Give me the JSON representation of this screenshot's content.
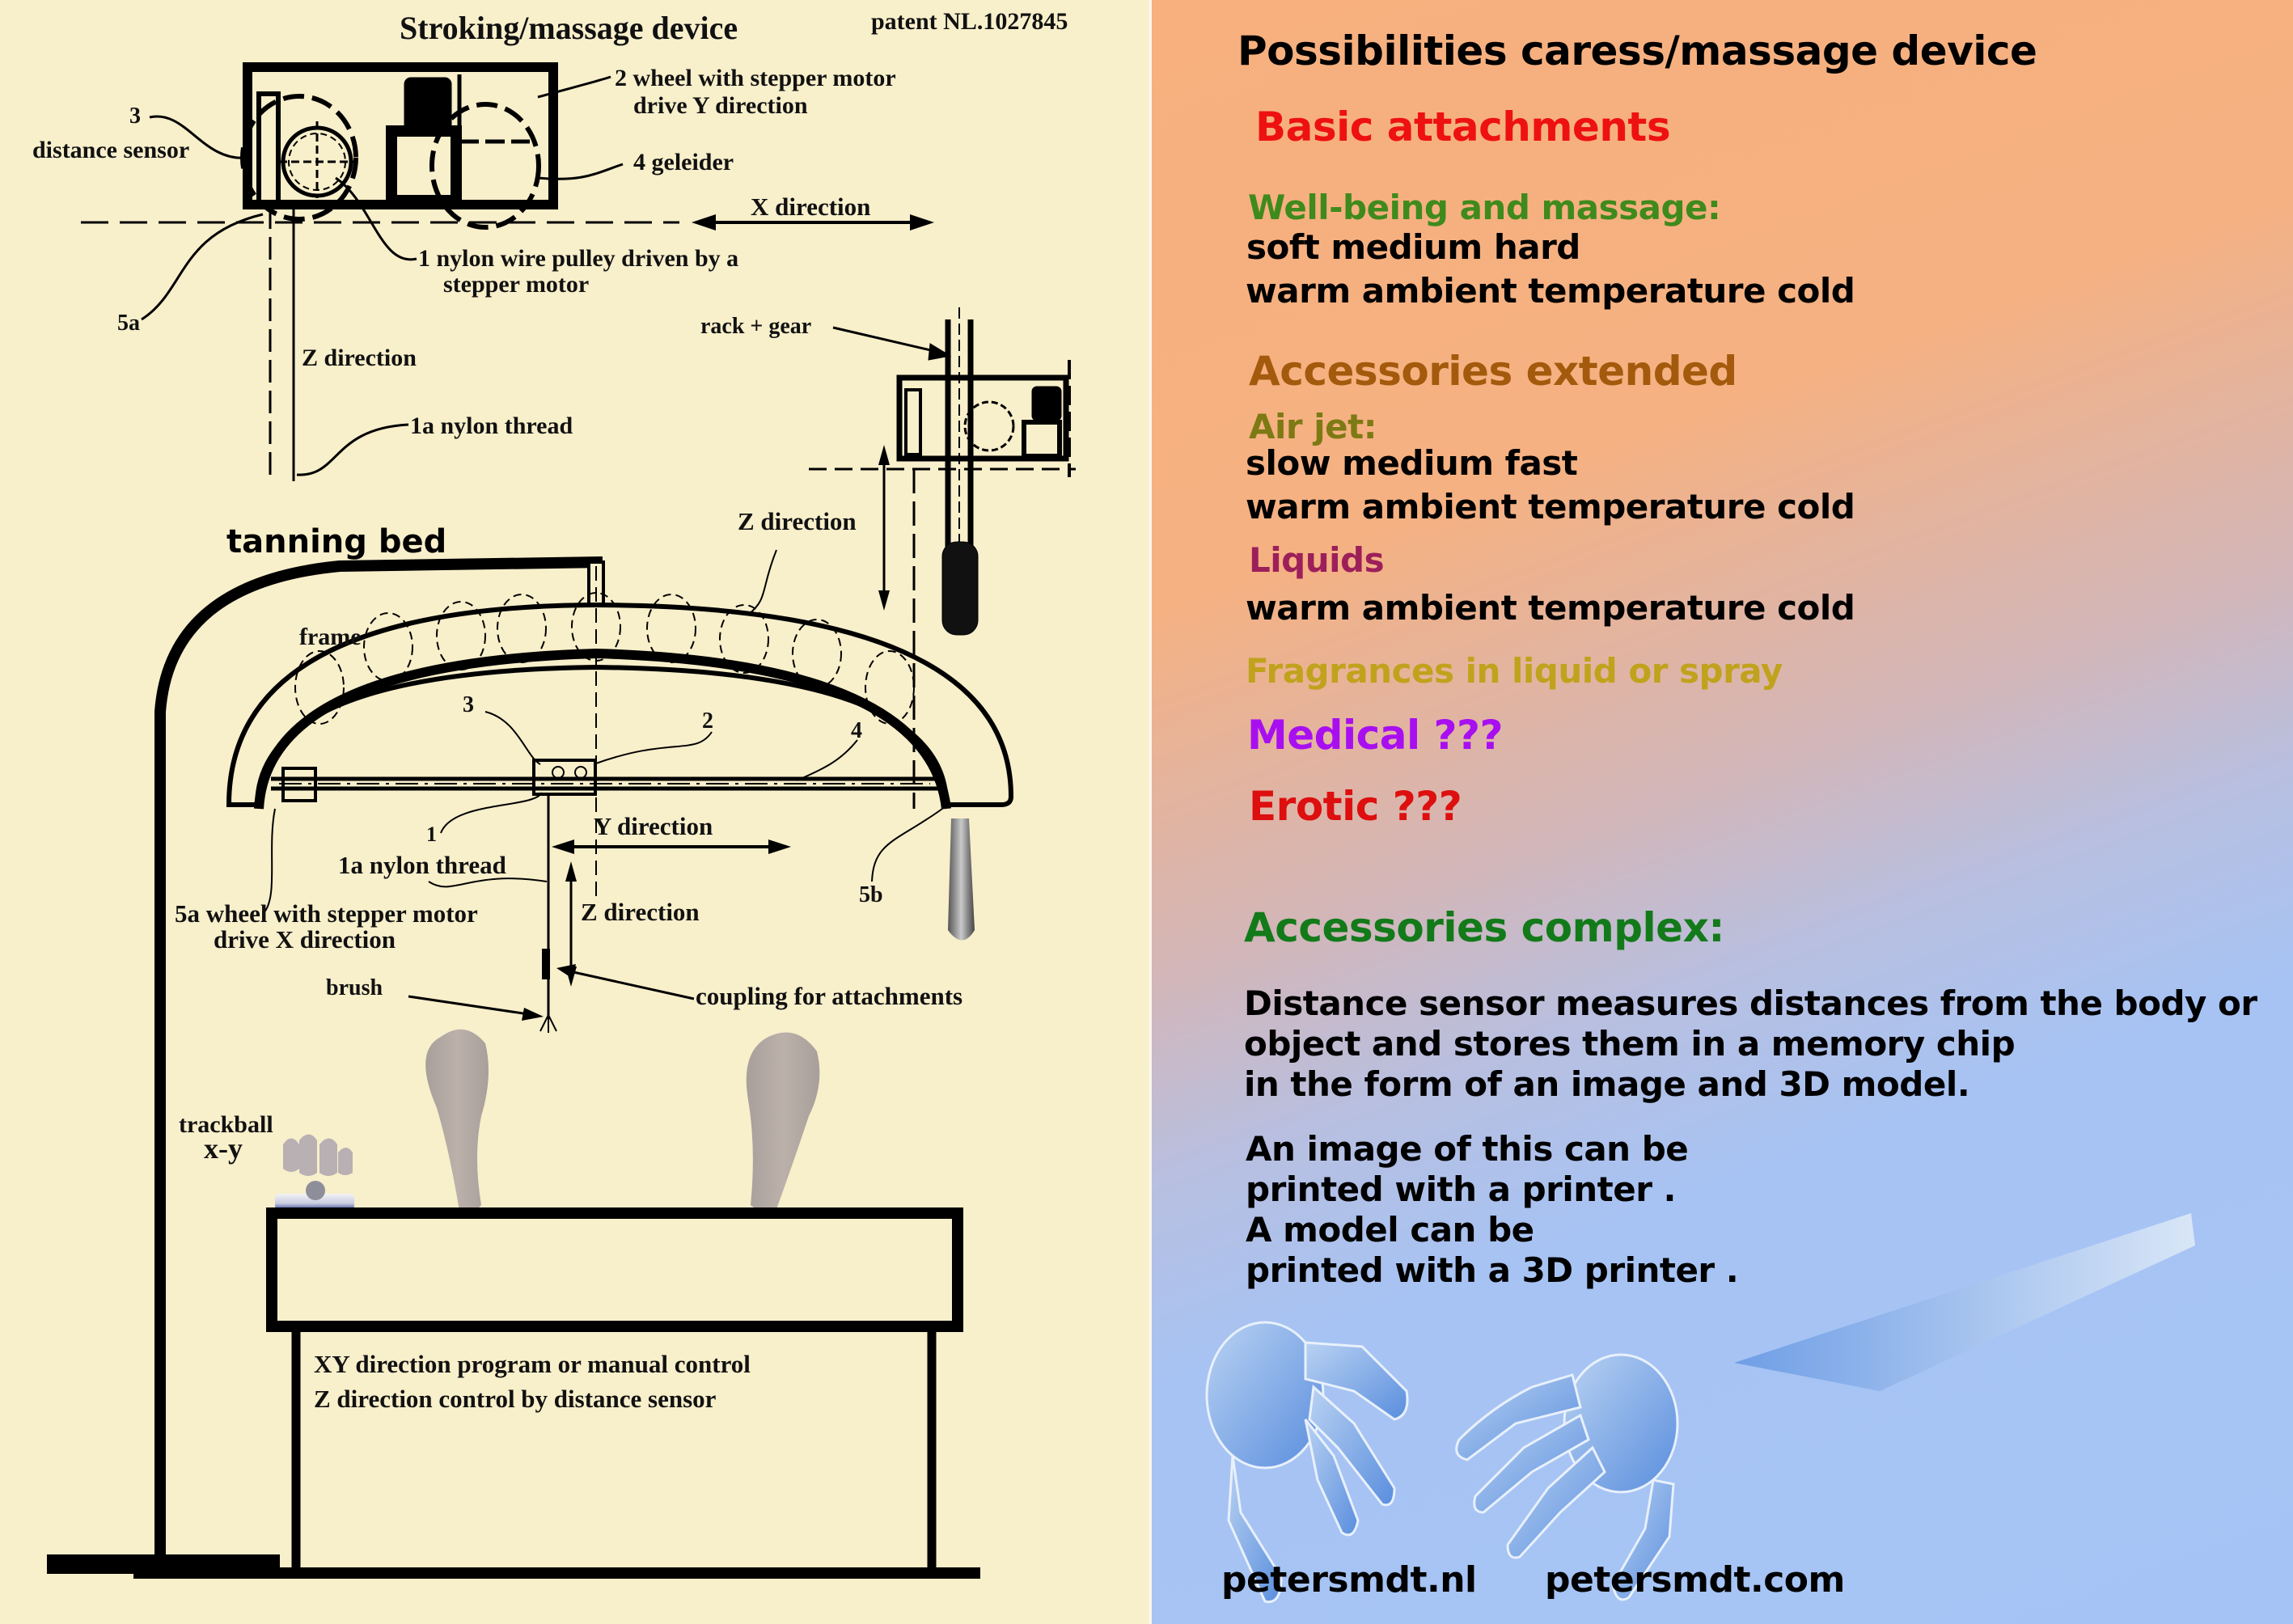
{
  "diagram": {
    "title": "Stroking/massage device",
    "patent": "patent NL.1027845",
    "labels": {
      "wheel_y_1": "2 wheel with stepper motor",
      "wheel_y_2": "drive Y direction",
      "sensor_num": "3",
      "sensor": "distance sensor",
      "geleider": "4 geleider",
      "x_direction": "X direction",
      "pulley_1": "1 nylon wire pulley driven by a",
      "pulley_2": "stepper motor",
      "five_a": "5a",
      "z_direction_top": "Z direction",
      "nylon_thread_top": "1a nylon thread",
      "rack_gear": "rack + gear",
      "tanning_bed": "tanning bed",
      "z_direction_right": "Z direction",
      "frame": "frame",
      "num_3": "3",
      "num_2": "2",
      "num_4": "4",
      "num_1": "1",
      "y_direction": "Y direction",
      "nylon_thread_mid": "1a nylon thread",
      "wheel_x_1": "5a wheel with stepper motor",
      "wheel_x_2": "drive X direction",
      "z_direction_mid": "Z direction",
      "five_b": "5b",
      "brush": "brush",
      "coupling": "coupling for attachments",
      "trackball": "trackball",
      "trackball_xy": "x-y",
      "control_1": "XY direction program or manual control",
      "control_2": "Z direction control by distance sensor"
    }
  },
  "panel": {
    "title": "Possibilities caress/massage device",
    "basic": {
      "heading": "Basic attachments",
      "color": "#ee1111"
    },
    "wellbeing": {
      "heading": "Well-being and massage:",
      "color": "#3f8a1c",
      "lines": [
        "soft medium hard",
        "warm ambient temperature cold"
      ]
    },
    "extended": {
      "heading": "Accessories extended",
      "color": "#a35a0c"
    },
    "airjet": {
      "heading": "Air jet:",
      "color": "#7d7a14",
      "lines": [
        "slow medium fast",
        "warm ambient temperature cold"
      ]
    },
    "liquids": {
      "heading": "Liquids",
      "color": "#9c1f5a",
      "lines": [
        "warm ambient temperature cold"
      ]
    },
    "fragrances": {
      "heading": "Fragrances in liquid or spray",
      "color": "#c0a21c"
    },
    "medical": {
      "heading": "Medical ???",
      "color": "#a80ff0"
    },
    "erotic": {
      "heading": "Erotic ???",
      "color": "#dd0f0f"
    },
    "complex": {
      "heading": "Accessories complex:",
      "color": "#137a1a",
      "paragraph1": [
        "Distance sensor measures distances from the body or",
        "object and stores them in a memory chip",
        "in the form of an image and 3D model."
      ],
      "paragraph2": [
        "An image of this can be",
        "printed with a printer .",
        "A model can be",
        "printed with a 3D printer ."
      ]
    },
    "links": [
      "petersmdt.nl",
      "petersmdt.com"
    ]
  }
}
